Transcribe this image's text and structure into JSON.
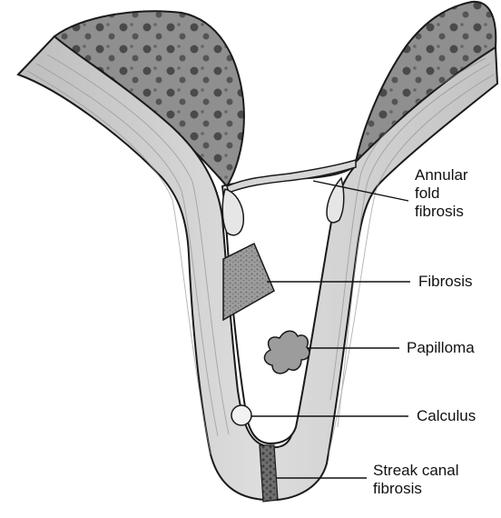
{
  "labels": {
    "annular_fold_fibrosis": [
      "Annular",
      "fold",
      "fibrosis"
    ],
    "fibrosis": "Fibrosis",
    "papilloma": "Papilloma",
    "calculus": "Calculus",
    "streak_canal_fibrosis": [
      "Streak canal",
      "fibrosis"
    ]
  },
  "colors": {
    "outline": "#1a1a1a",
    "wall": "#cfcfcf",
    "wall_dark": "#9a9a9a",
    "gland": "#8f8f8f",
    "gland_spots": "#4a4a4a",
    "lesion": "#8a8a8a",
    "lumen": "#ffffff",
    "leader_line": "#111111"
  }
}
